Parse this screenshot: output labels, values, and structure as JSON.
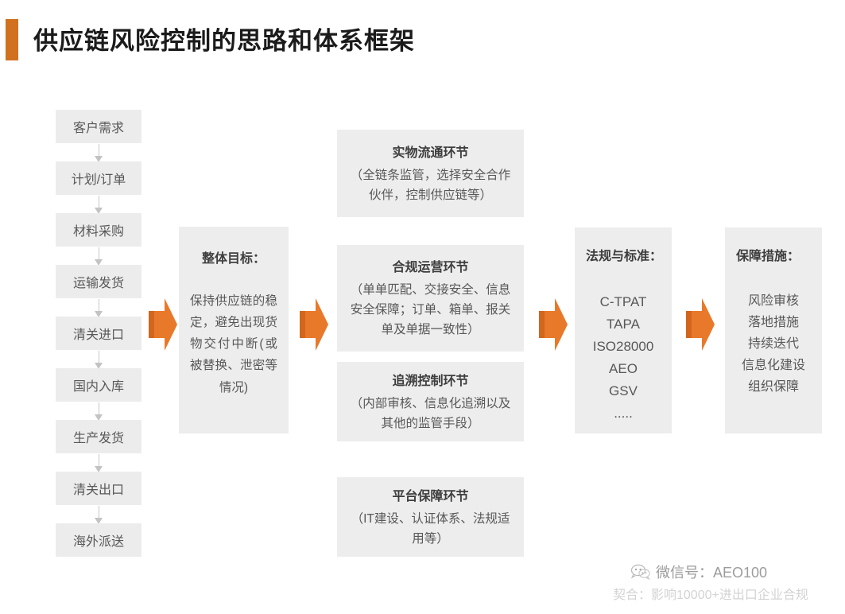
{
  "header": {
    "title": "供应链风险控制的思路和体系框架",
    "accent_color": "#d1701f"
  },
  "flow": {
    "steps": [
      {
        "label": "客户需求"
      },
      {
        "label": "计划/订单"
      },
      {
        "label": "材料采购"
      },
      {
        "label": "运输发货"
      },
      {
        "label": "清关进口"
      },
      {
        "label": "国内入库"
      },
      {
        "label": "生产发货"
      },
      {
        "label": "清关出口"
      },
      {
        "label": "海外派送"
      }
    ]
  },
  "goal": {
    "title": "整体目标：",
    "text": "保持供应链的稳定，避免出现货物交付中断(或被替换、泄密等情况)"
  },
  "stages": [
    {
      "title": "实物流通环节",
      "desc": "（全链条监管，选择安全合作伙伴，控制供应链等）"
    },
    {
      "title": "合规运营环节",
      "desc": "（单单匹配、交接安全、信息安全保障；订单、箱单、报关单及单据一致性）"
    },
    {
      "title": "追溯控制环节",
      "desc": "（内部审核、信息化追溯以及其他的监管手段）"
    },
    {
      "title": "平台保障环节",
      "desc": "（IT建设、认证体系、法规适用等）"
    }
  ],
  "standards": {
    "title": "法规与标准：",
    "items": [
      "C-TPAT",
      "TAPA",
      "ISO28000",
      "AEO",
      "GSV",
      "....."
    ]
  },
  "measures": {
    "title": "保障措施：",
    "items": [
      "风险审核",
      "落地措施",
      "持续迭代",
      "信息化建设",
      "组织保障"
    ]
  },
  "watermark": {
    "line1": "微信号：AEO100",
    "line2": "契合：影响10000+进出口企业合规",
    "icon": "wechat-icon"
  },
  "colors": {
    "arrow_orange": "#e8792a",
    "arrow_orange_dark": "#d2661c",
    "box_gray": "#ededed",
    "text_gray": "#585858"
  }
}
